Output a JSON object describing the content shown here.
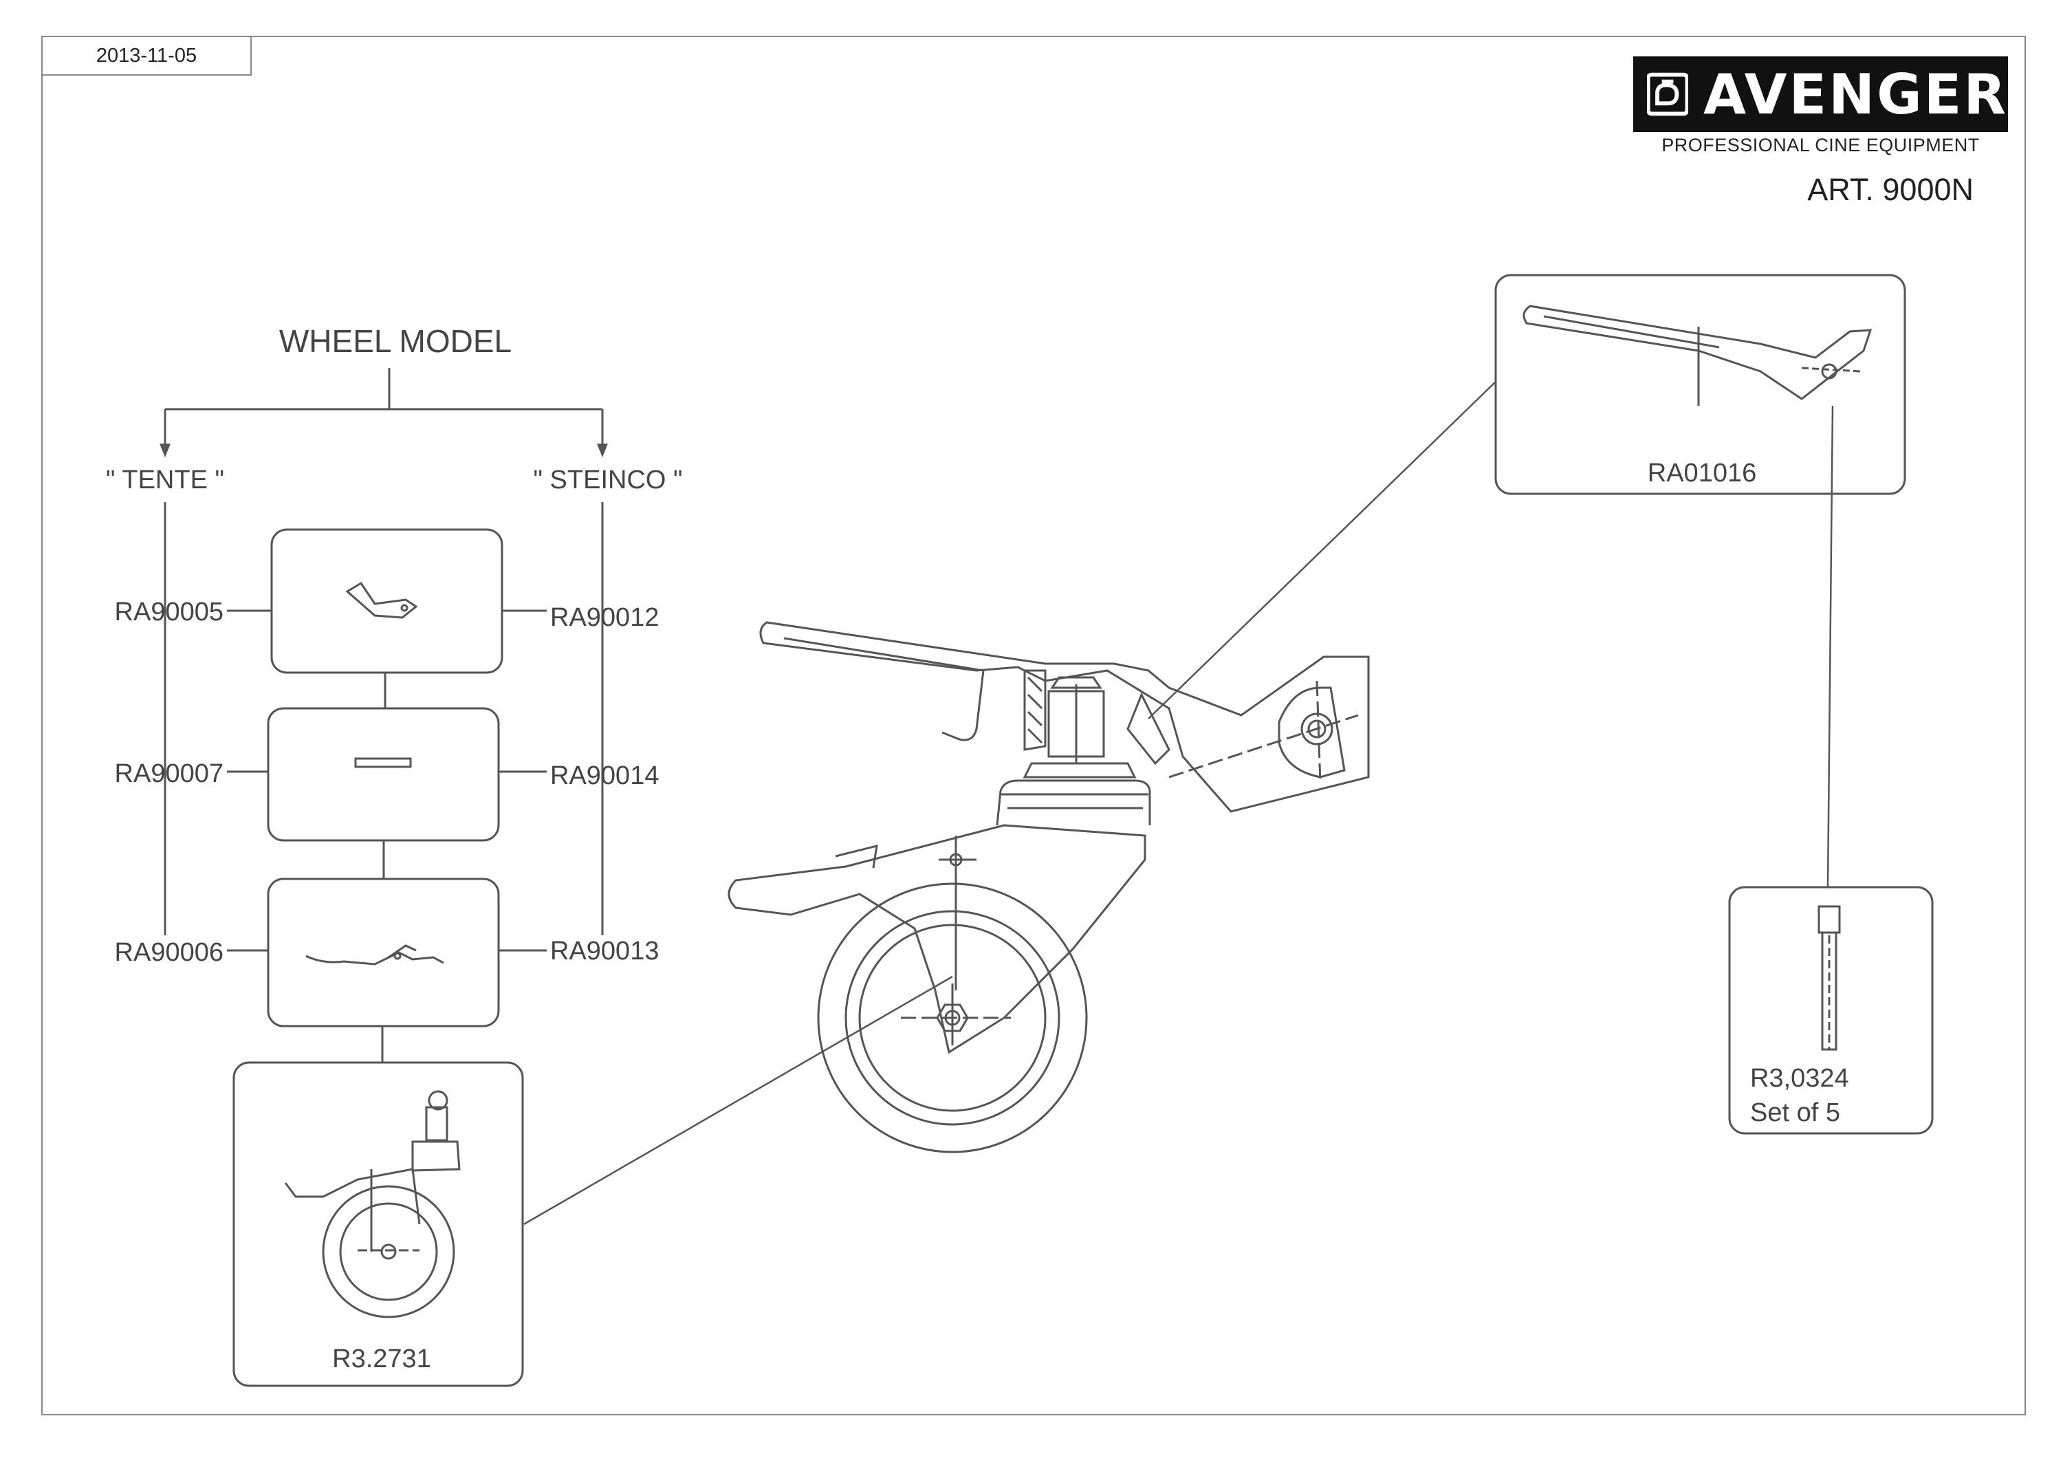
{
  "header": {
    "date": "2013-11-05",
    "brand_name": "AVENGER",
    "tagline": "PROFESSIONAL CINE EQUIPMENT",
    "article": "ART. 9000N"
  },
  "wheel_model": {
    "title": "WHEEL MODEL",
    "left_brand": "\" TENTE \"",
    "right_brand": "\" STEINCO \"",
    "rows": [
      {
        "left_code": "RA90005",
        "right_code": "RA90012"
      },
      {
        "left_code": "RA90007",
        "right_code": "RA90014"
      },
      {
        "left_code": "RA90006",
        "right_code": "RA90013"
      }
    ]
  },
  "parts": {
    "wheel": "R3.2731",
    "brake_lever": "RA01016",
    "screw_code": "R3,0324",
    "screw_qty": "Set of 5"
  },
  "colors": {
    "line": "#555555",
    "logo_bg": "#111111"
  }
}
